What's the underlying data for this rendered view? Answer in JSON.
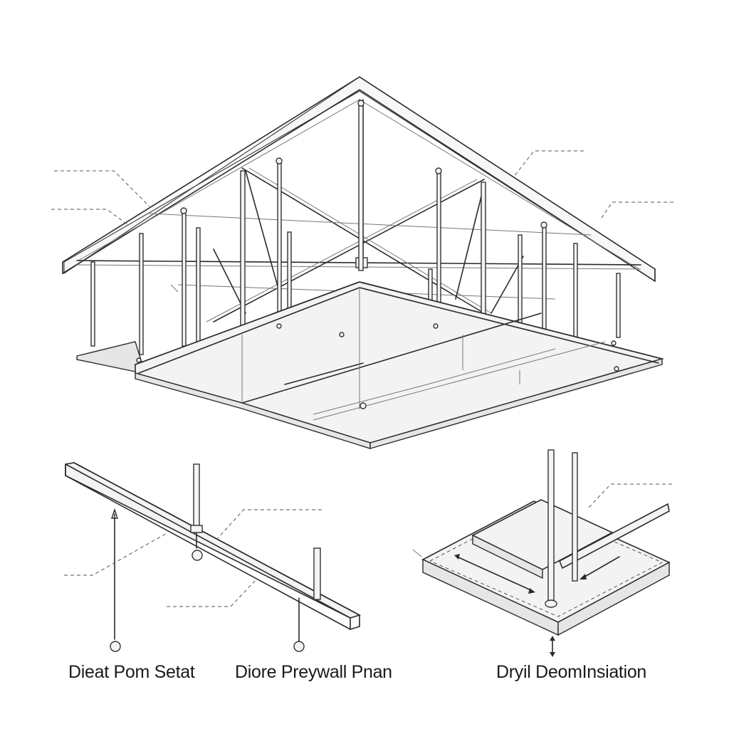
{
  "captions": {
    "left": "Dieat Pom Setat",
    "middle": "Diore Preywall Pnan",
    "right": "Dryil DeomInsiation"
  },
  "colors": {
    "ink": "#2b2b2b",
    "paper": "#ffffff",
    "panel": "#f3f3f3"
  }
}
